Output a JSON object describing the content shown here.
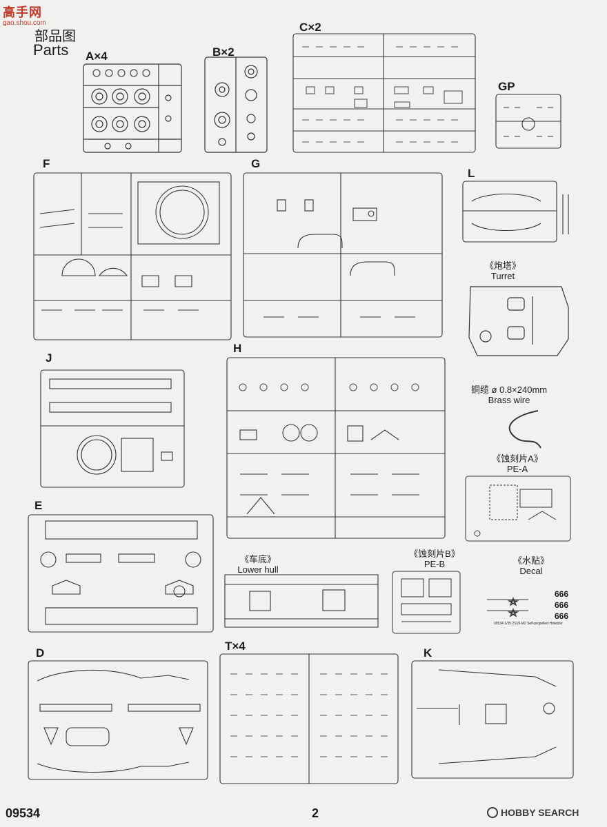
{
  "watermark": {
    "site_cn": "高手网",
    "site_url": "gao.shou.com",
    "footer_brand": "HOBBY SEARCH"
  },
  "header": {
    "parts_cn": "部品图",
    "parts_en": "Parts"
  },
  "sprues": {
    "A": "A×4",
    "B": "B×2",
    "C": "C×2",
    "GP": "GP",
    "F": "F",
    "G": "G",
    "L": "L",
    "J": "J",
    "H": "H",
    "E": "E",
    "D": "D",
    "T": "T×4",
    "K": "K"
  },
  "extras": {
    "turret_cn": "《炮塔》",
    "turret_en": "Turret",
    "wire_cn": "铜缆",
    "wire_spec": "ø 0.8×240mm",
    "wire_en": "Brass wire",
    "pea_cn": "《蚀刻片A》",
    "pea_en": "PE-A",
    "lower_cn": "《车底》",
    "lower_en": "Lower hull",
    "peb_cn": "《蚀刻片B》",
    "peb_en": "PE-B",
    "decal_cn": "《水贴》",
    "decal_en": "Decal",
    "decal_numbers": [
      "666",
      "666",
      "666"
    ],
    "decal_caption": "09534 1/35 2S19-M2 Self-propelled Howitzer"
  },
  "footer": {
    "code": "09534",
    "page": "2"
  }
}
